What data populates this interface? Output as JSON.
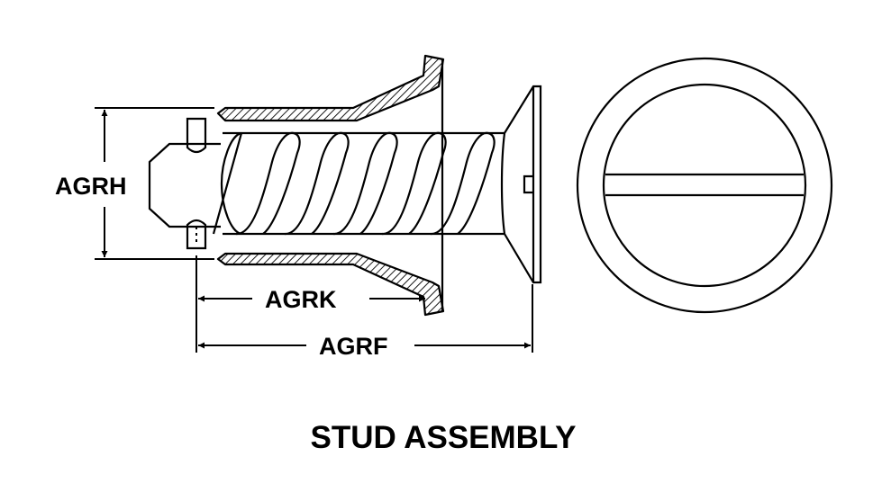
{
  "diagram": {
    "caption": "STUD ASSEMBLY",
    "dimensions": {
      "height_label": "AGRH",
      "k_label": "AGRK",
      "f_label": "AGRF"
    }
  }
}
